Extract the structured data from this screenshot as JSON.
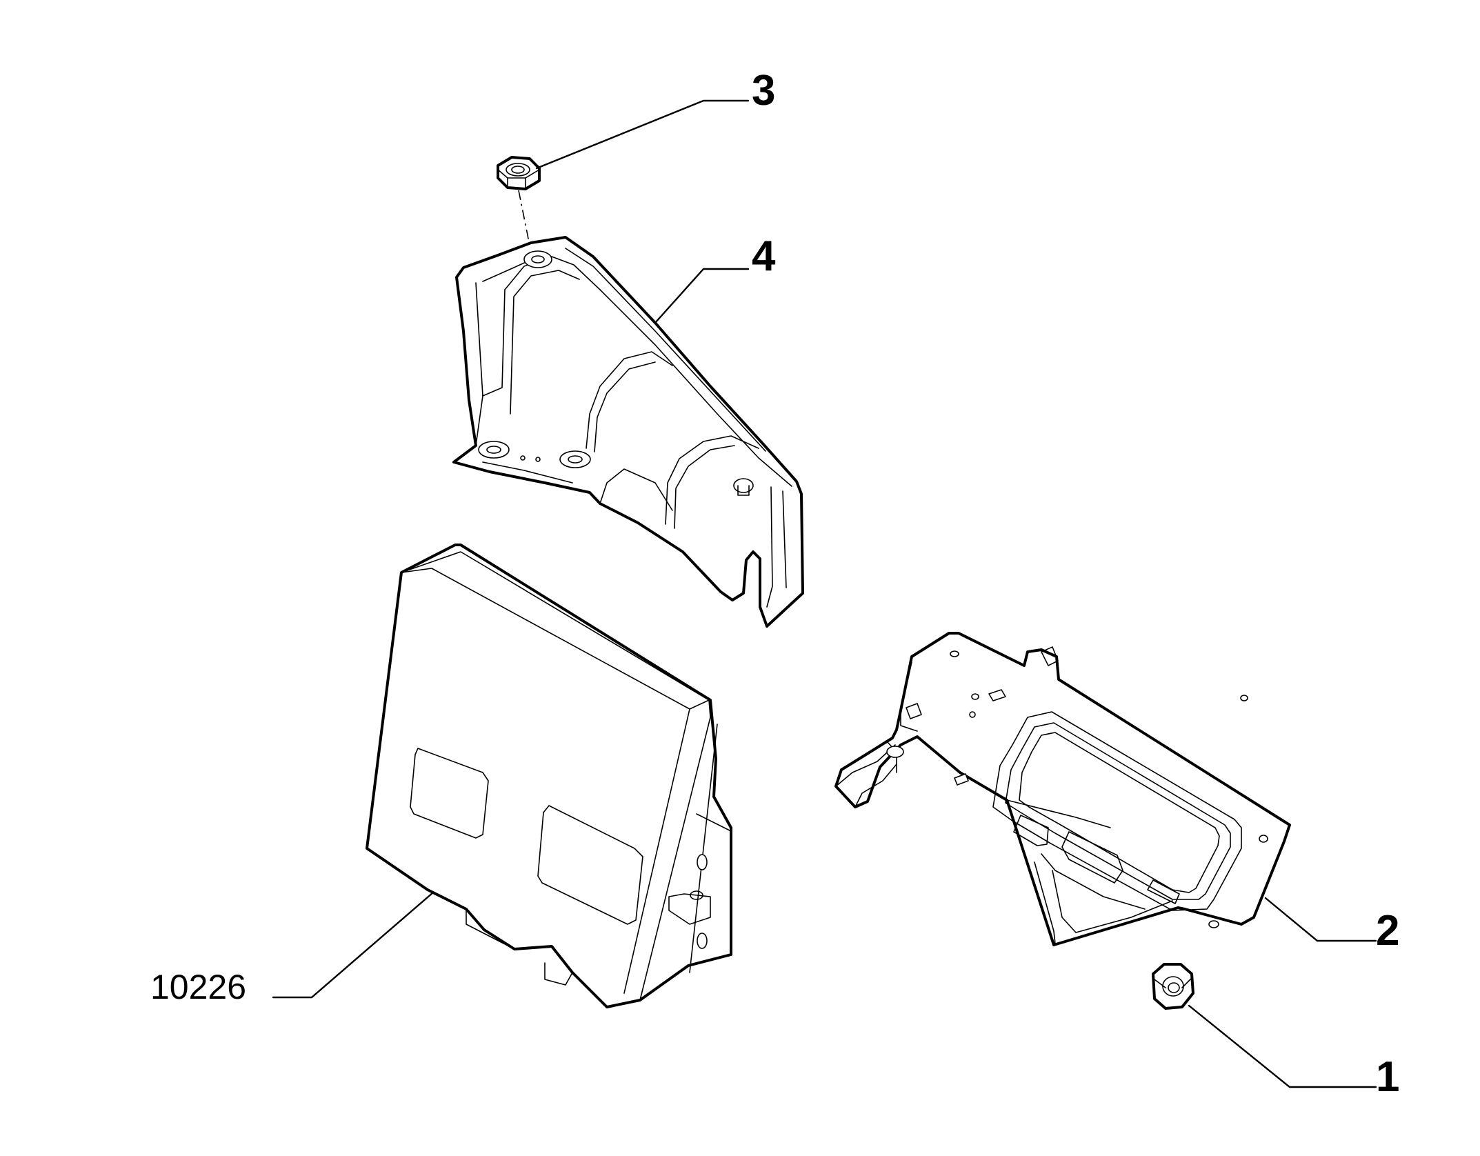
{
  "callouts": {
    "c1": "1",
    "c2": "2",
    "c3": "3",
    "c4": "4",
    "c10226": "10226"
  },
  "colors": {
    "line": "#000000",
    "background": "#ffffff"
  }
}
